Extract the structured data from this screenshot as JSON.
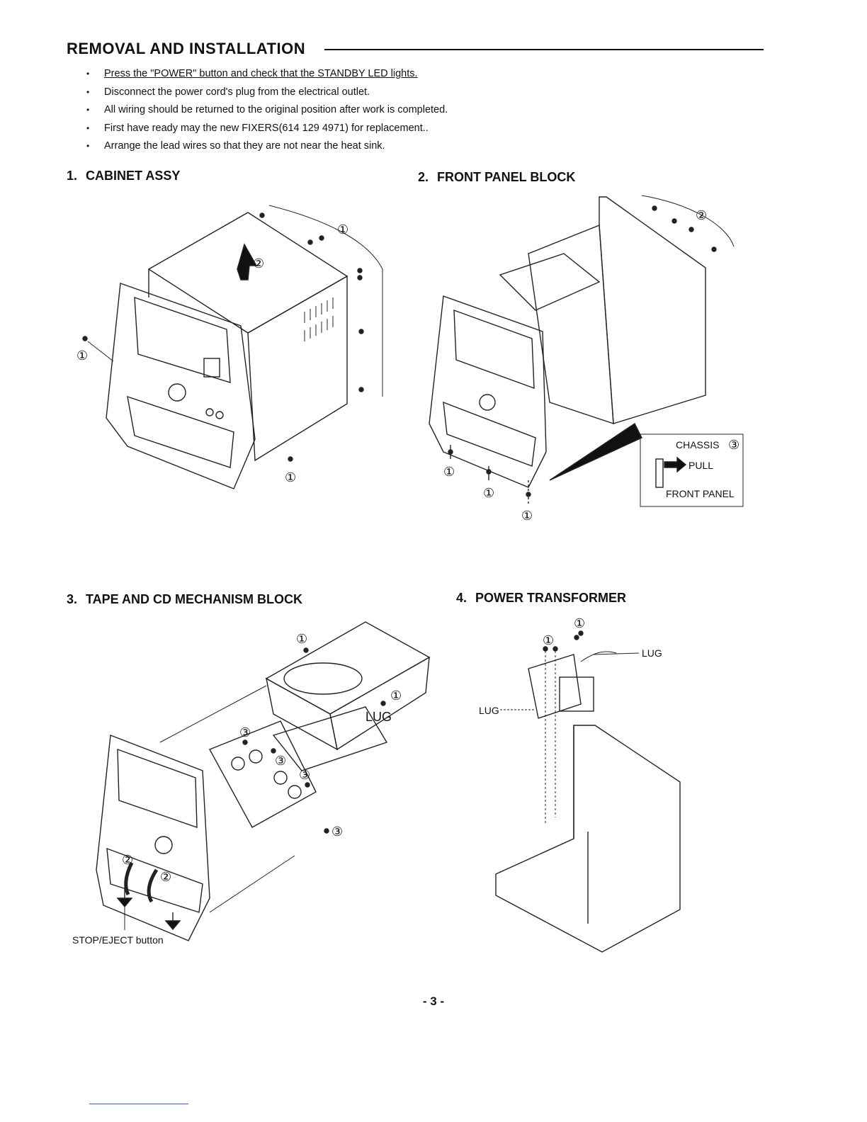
{
  "header": {
    "title": "REMOVAL AND INSTALLATION"
  },
  "notes": [
    "Press the \"POWER\" button and check that the STANDBY LED lights.",
    "Disconnect the power cord's plug from the electrical outlet.",
    "All wiring should be returned to the original position after work is completed.",
    "First have ready may the new FIXERS(614 129 4971) for replacement..",
    "Arrange the lead wires so that they are not near the heat sink."
  ],
  "sections": [
    {
      "num": "1.",
      "title": "CABINET ASSY"
    },
    {
      "num": "2.",
      "title": "FRONT PANEL BLOCK"
    },
    {
      "num": "3.",
      "title": "TAPE AND CD MECHANISM BLOCK"
    },
    {
      "num": "4.",
      "title": "POWER TRANSFORMER"
    }
  ],
  "callouts": {
    "one": "①",
    "two": "②",
    "three": "③"
  },
  "labels": {
    "chassis": "CHASSIS",
    "pull": "PULL",
    "front_panel": "FRONT PANEL",
    "lug": "LUG",
    "stop_eject": "STOP/EJECT button"
  },
  "footer": {
    "page": "- 3 -"
  }
}
